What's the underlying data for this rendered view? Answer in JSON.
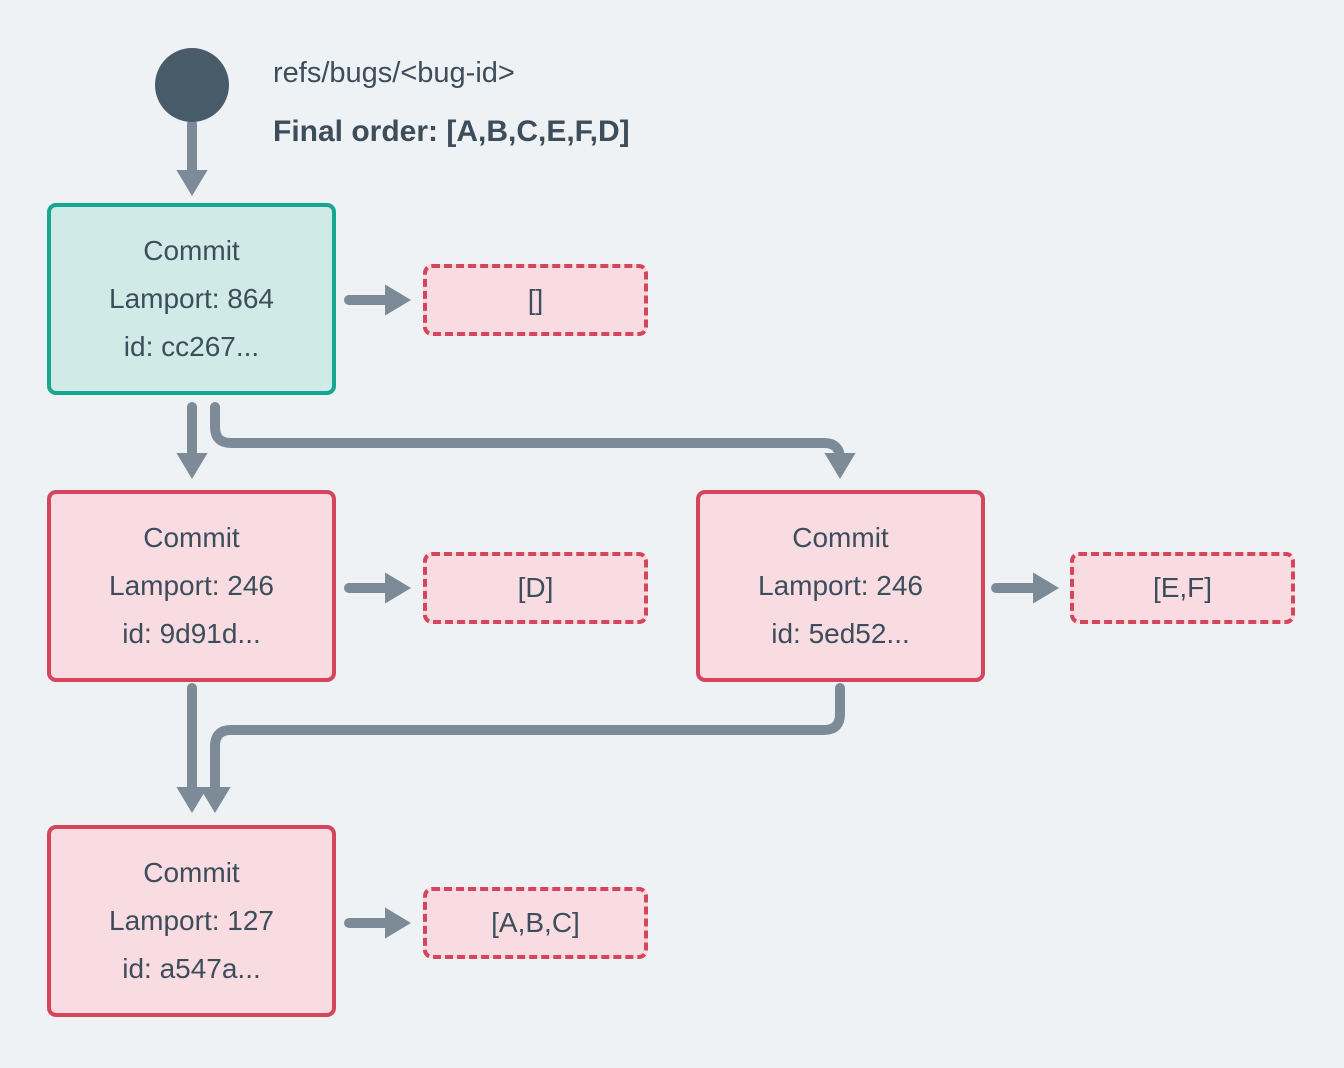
{
  "header": {
    "ref": "refs/bugs/<bug-id>",
    "final_order": "Final order: [A,B,C,E,F,D]"
  },
  "nodes": {
    "root": {
      "title": "Commit",
      "lamport": "Lamport: 864",
      "id": "id: cc267...",
      "ops": "[]"
    },
    "left": {
      "title": "Commit",
      "lamport": "Lamport: 246",
      "id": "id: 9d91d...",
      "ops": "[D]"
    },
    "right": {
      "title": "Commit",
      "lamport": "Lamport: 246",
      "id": "id: 5ed52...",
      "ops": "[E,F]"
    },
    "bottom": {
      "title": "Commit",
      "lamport": "Lamport: 127",
      "id": "id: a547a...",
      "ops": "[A,B,C]"
    }
  },
  "colors": {
    "background": "#EEF2F5",
    "text": "#3D4D5C",
    "arrow": "#7D8B98",
    "head_node": "#485B68",
    "teal_border": "#17A68F",
    "teal_fill": "#D0EBE7",
    "red_border": "#D4465C",
    "pink_fill": "#F8DCE1"
  }
}
